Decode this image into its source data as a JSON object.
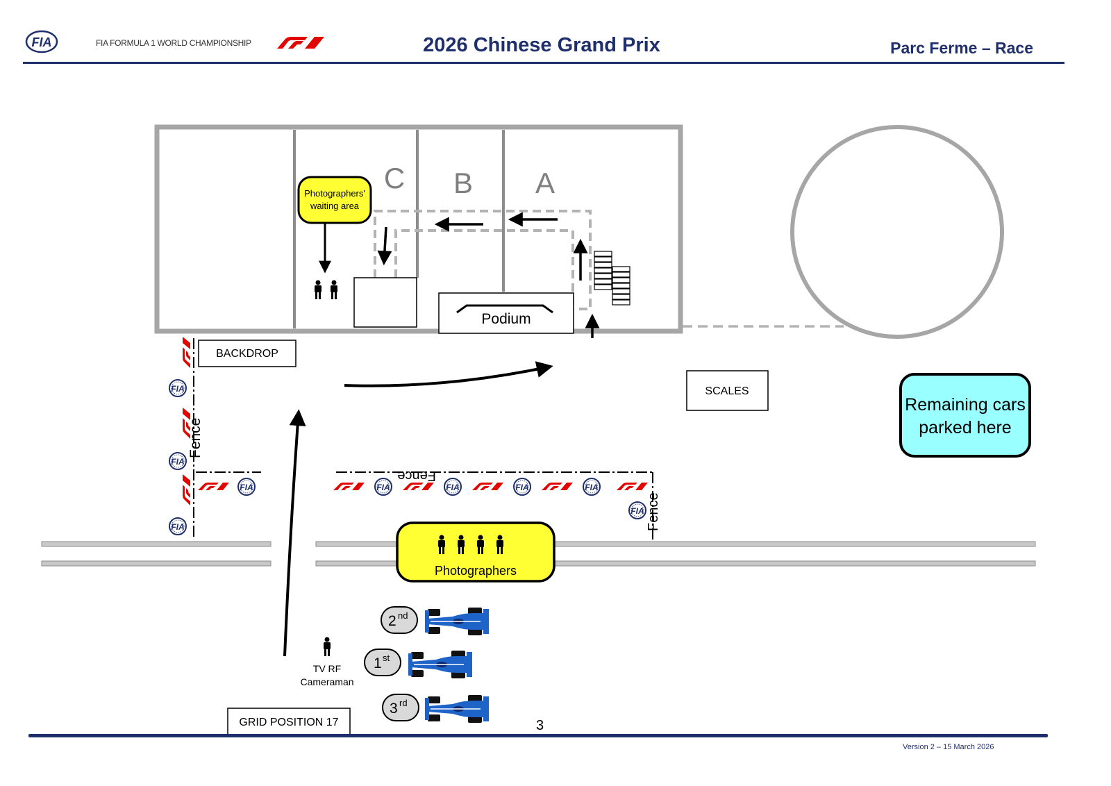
{
  "header": {
    "fia_logo": "FIA",
    "championship": "FIA FORMULA 1 WORLD CHAMPIONSHIP",
    "f1_logo": "f1-logo",
    "title": "2026 Chinese Grand Prix",
    "subtitle": "Parc Ferme – Race"
  },
  "zones": {
    "c": "C",
    "b": "B",
    "a": "A"
  },
  "labels": {
    "photographers_waiting_1": "Photographers'",
    "photographers_waiting_2": "waiting area",
    "podium": "Podium",
    "backdrop": "BACKDROP",
    "scales": "SCALES",
    "remaining_1": "Remaining cars",
    "remaining_2": "parked here",
    "fence": "Fence",
    "photographers": "Photographers",
    "tv_1": "TV RF",
    "tv_2": "Cameraman",
    "grid_position": "GRID POSITION 17",
    "pos_1": "1",
    "pos_1_sup": "st",
    "pos_2": "2",
    "pos_2_sup": "nd",
    "pos_3": "3",
    "pos_3_sup": "rd"
  },
  "colors": {
    "brand_blue": "#1f2f6b",
    "f1_red": "#e10600",
    "highlight_yellow": "#ffff33",
    "remaining_cyan": "#99ffff",
    "wall_grey": "#a6a6a6",
    "car_blue": "#1e64c8"
  },
  "footer": {
    "page_number": "3",
    "version": "Version 2 – 15 March 2026"
  }
}
